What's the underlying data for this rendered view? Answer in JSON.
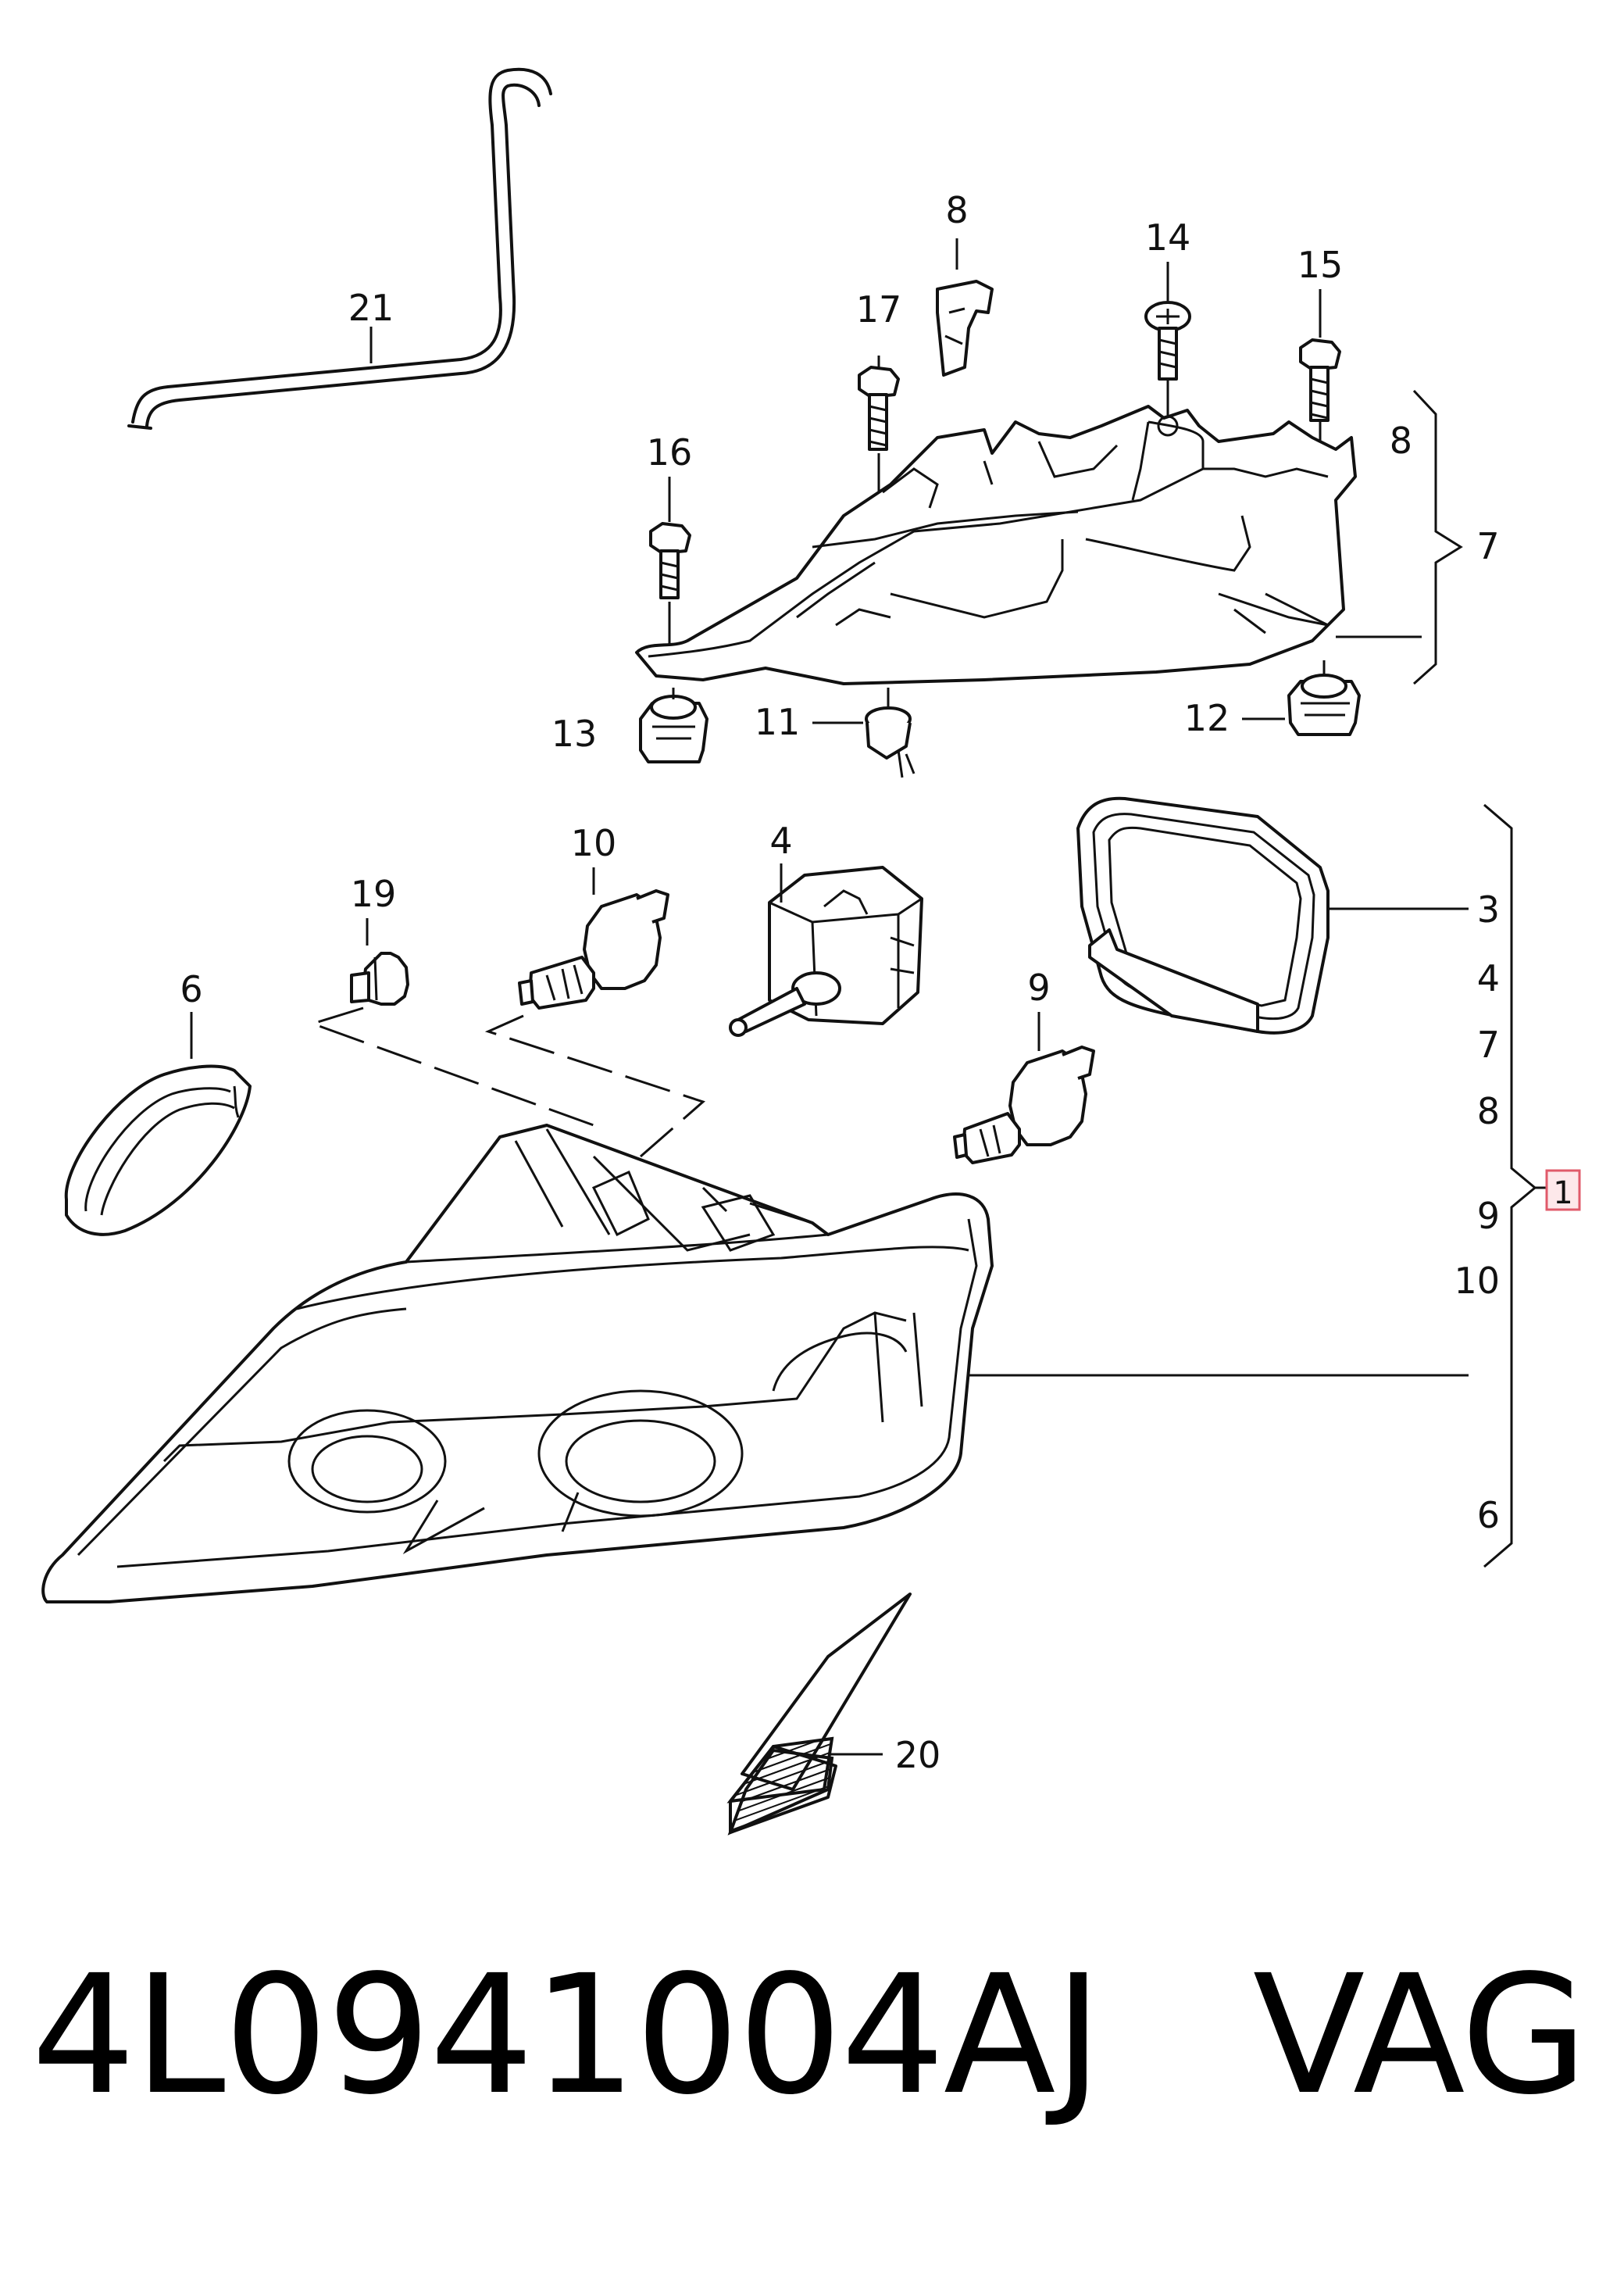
{
  "callouts": {
    "c21": "21",
    "c8": "8",
    "c17": "17",
    "c14": "14",
    "c15": "15",
    "c16": "16",
    "c13": "13",
    "c11": "11",
    "c12": "12",
    "c8r": "8",
    "c7r": "7",
    "c19": "19",
    "c10": "10",
    "c4": "4",
    "c9": "9",
    "c6": "6",
    "c20": "20"
  },
  "assembly_bracket": {
    "label": "1",
    "items": [
      "3",
      "4",
      "7",
      "8",
      "9",
      "10",
      "6"
    ]
  },
  "caption": {
    "part_number": "4L0941004AJ",
    "brand": "VAG"
  },
  "colors": {
    "line": "#111111",
    "assembly_box_border": "#e05a6a",
    "assembly_box_fill": "#fde8ea"
  }
}
